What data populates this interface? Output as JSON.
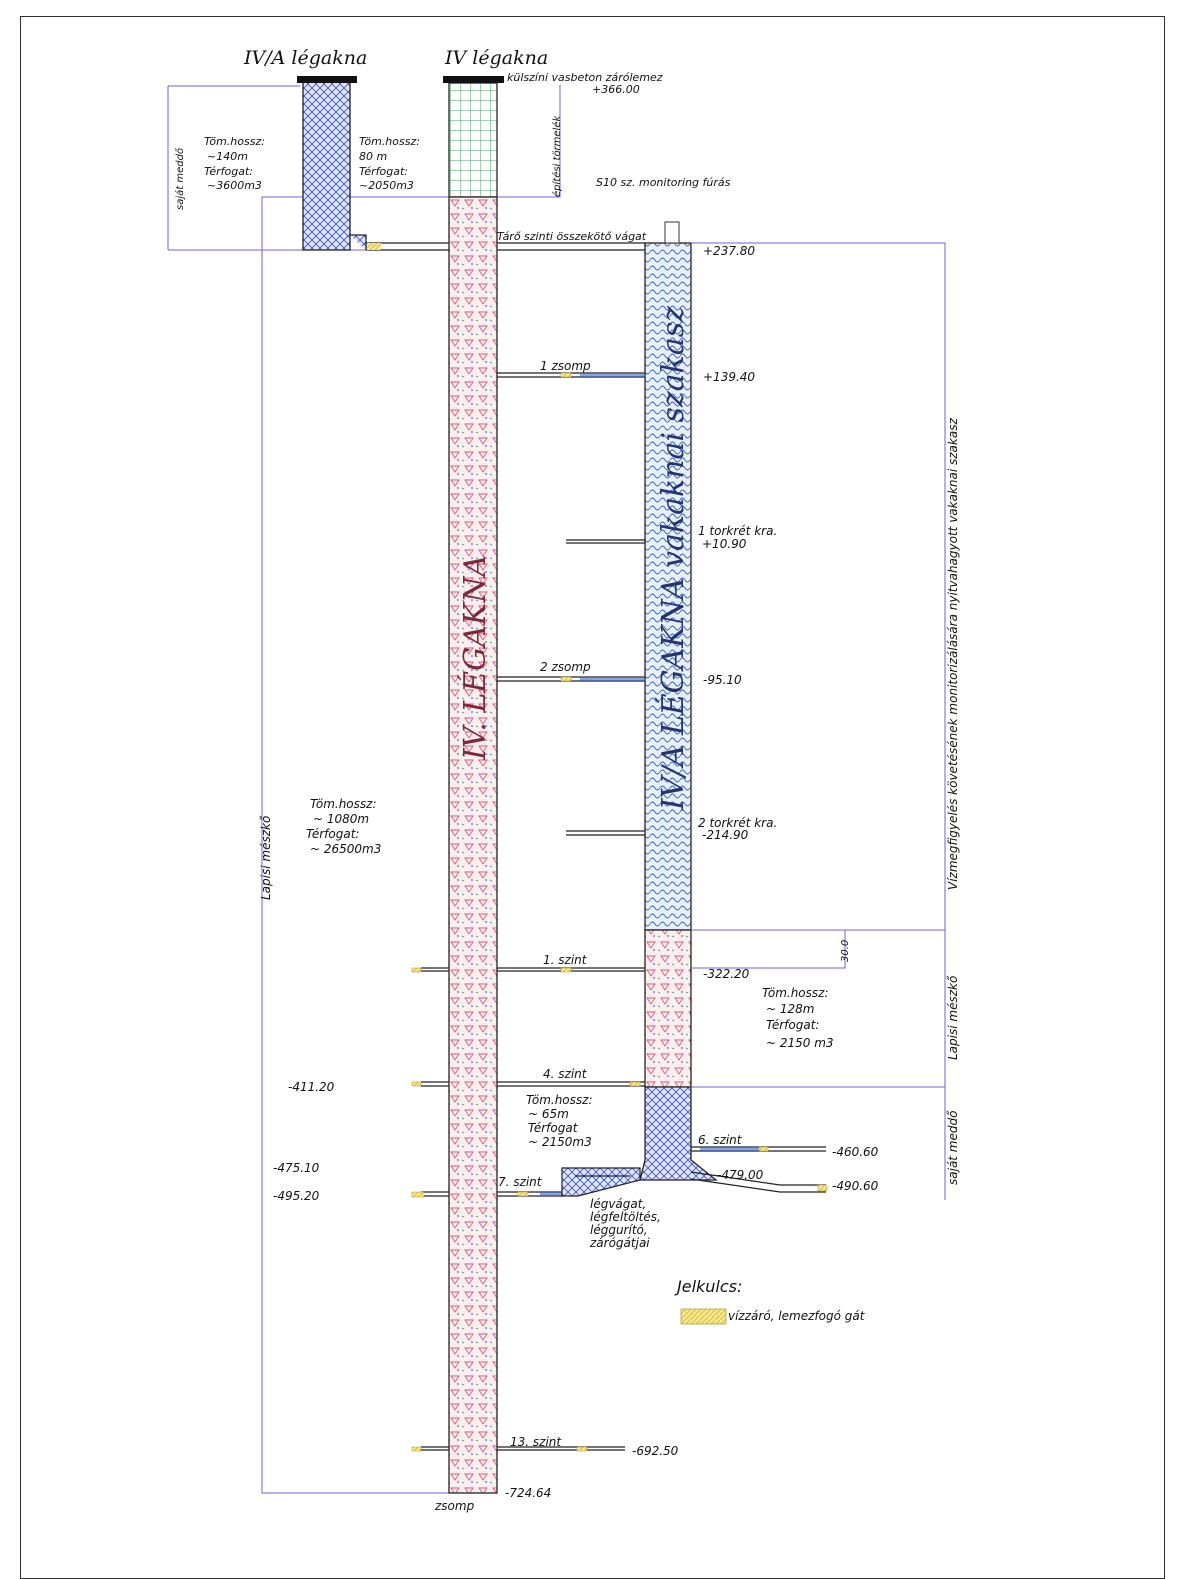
{
  "titles": {
    "shaft_iva": "IV/A légakna",
    "shaft_iv": "IV légakna"
  },
  "top": {
    "plate": "külszíni vasbeton zárólemez",
    "plate_elev": "+366.00",
    "debris": "építési törmelék",
    "monitoring": "S10 sz. monitoring fúrás",
    "connector": "Tárő szinti összekötő vágat"
  },
  "left_side": {
    "medd": "saját meddő",
    "lapisi": "Lapisi mészkő"
  },
  "fill_iva_top": {
    "l1": "Töm.hossz:",
    "l2": "~140m",
    "l3": "Térfogat:",
    "l4": "~3600m3"
  },
  "fill_iv_top": {
    "l1": "Töm.hossz:",
    "l2": "80  m",
    "l3": "Térfogat:",
    "l4": "~2050m3"
  },
  "fill_iv_main": {
    "l1": "Töm.hossz:",
    "l2": "~  1080m",
    "l3": "Térfogat:",
    "l4": "~  26500m3"
  },
  "fill_iva_mid": {
    "l1": "Töm.hossz:",
    "l2": "~  128m",
    "l3": "Térfogat:",
    "l4": "~  2150  m3"
  },
  "fill_iva_low": {
    "l1": "Töm.hossz:",
    "l2": "~  65m",
    "l3": "Térfogat",
    "l4": "~  2150m3"
  },
  "shaft_labels": {
    "iv": "IV. LÉGAKNA",
    "iva": "IV/A LÉGAKNA vakaknai szakasz"
  },
  "levels": {
    "zsomp1": "1  zsomp",
    "zsomp2": "2  zsomp",
    "torkret1": "1  torkrét  kra.",
    "torkret2": "2  torkrét  kra.",
    "szint1": "1.  szint",
    "szint4": "4.  szint",
    "szint6": "6.  szint",
    "szint7": "7.  szint",
    "szint13": "13.  szint",
    "zsomp_bottom": "zsomp"
  },
  "elevations": {
    "e237": "+237.80",
    "e139": "+139.40",
    "e10": "+10.90",
    "e95": "-95.10",
    "e214": "-214.90",
    "e322": "-322.20",
    "e411": "-411.20",
    "e460": "-460.60",
    "e475": "-475.10",
    "e479": "-479.00",
    "e490": "-490.60",
    "e495": "-495.20",
    "e692": "-692.50",
    "e724": "-724.64",
    "d30": "30.0"
  },
  "dam_note": {
    "l1": "légvágat,",
    "l2": "légfeltöltés,",
    "l3": "léggurító,",
    "l4": "zárógátjai"
  },
  "right_side": {
    "monitor": "Vízmegfigyelés követésének monitorizálására nyitvahagyott vakaknai szakasz",
    "lapisi": "Lapisi mészkő",
    "medd": "saját meddő"
  },
  "legend": {
    "title": "Jelkulcs:",
    "item": "vízzáró, lemezfogó gát"
  },
  "colors": {
    "iv_fill": "#f3d8d8",
    "iva_fill": "#c9dcf5",
    "dam": "#f3e27a",
    "guide": "#7a5fd0"
  }
}
